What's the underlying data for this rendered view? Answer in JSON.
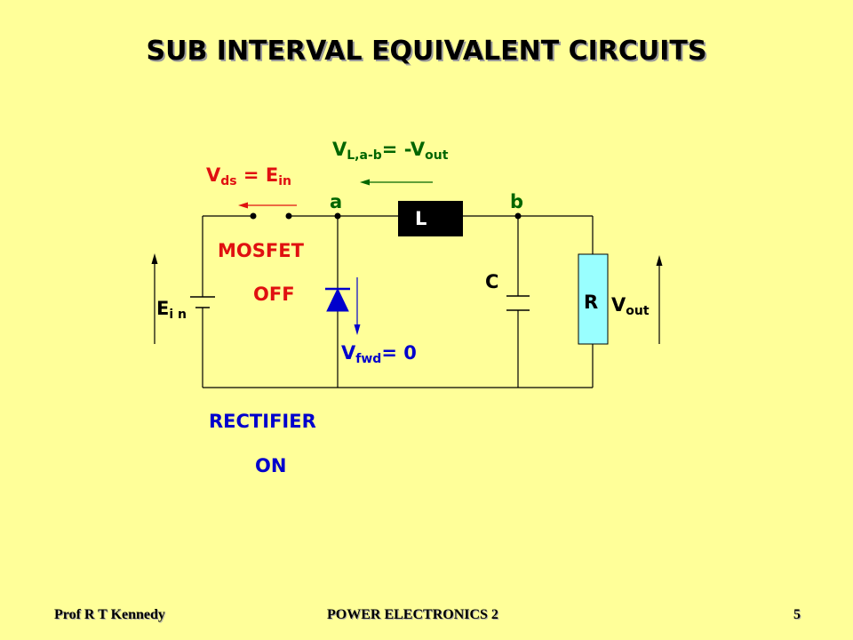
{
  "title": "SUB INTERVAL EQUIVALENT CIRCUITS",
  "labels": {
    "vds": {
      "main": "V",
      "sub": "ds",
      "rest": " = E",
      "sub2": "in"
    },
    "vl": {
      "main": "V",
      "sub": "L,a-b",
      "rest": "= -V",
      "sub2": "out"
    },
    "node_a": "a",
    "node_b": "b",
    "inductor": "L",
    "mosfet_line1": "MOSFET",
    "mosfet_line2": "OFF",
    "capacitor": "C",
    "resistor": "R",
    "ein": {
      "main": "E",
      "sub": "i n"
    },
    "vout": {
      "main": "V",
      "sub": "out"
    },
    "vfwd": {
      "main": "V",
      "sub": "fwd",
      "rest": "= 0"
    },
    "rectifier_line1": "RECTIFIER",
    "rectifier_line2": "ON"
  },
  "footer": {
    "author": "Prof R T Kennedy",
    "course": "POWER ELECTRONICS 2",
    "page": "5"
  },
  "colors": {
    "background": "#ffff99",
    "mosfet_red": "#e01010",
    "inductor_green": "#006600",
    "rectifier_blue": "#0000cc",
    "resistor_fill": "#99ffff"
  }
}
